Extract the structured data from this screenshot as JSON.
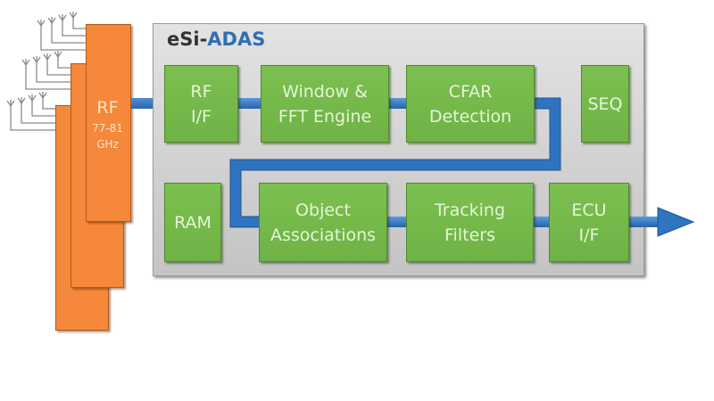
{
  "rf_module": {
    "label": "RF",
    "frequency_line1": "77-81",
    "frequency_line2": "GHz",
    "stack_count": 3,
    "antennas_per_card": 4
  },
  "chip": {
    "title_prefix": "eSi-",
    "title_suffix": "ADAS"
  },
  "blocks": {
    "rf_if": {
      "line1": "RF",
      "line2": "I/F"
    },
    "window_fft": {
      "line1": "Window &",
      "line2": "FFT Engine"
    },
    "cfar": {
      "line1": "CFAR",
      "line2": "Detection"
    },
    "seq": {
      "line1": "SEQ"
    },
    "ram": {
      "line1": "RAM"
    },
    "object_assoc": {
      "line1": "Object",
      "line2": "Associations"
    },
    "tracking": {
      "line1": "Tracking",
      "line2": "Filters"
    },
    "ecu_if": {
      "line1": "ECU",
      "line2": "I/F"
    }
  },
  "colors": {
    "rf_orange": "#f5883a",
    "block_green": "#74b84a",
    "pipe_blue": "#2f74c0",
    "chip_gray": "#d3d3d3",
    "title_blue": "#2f6fb3"
  }
}
